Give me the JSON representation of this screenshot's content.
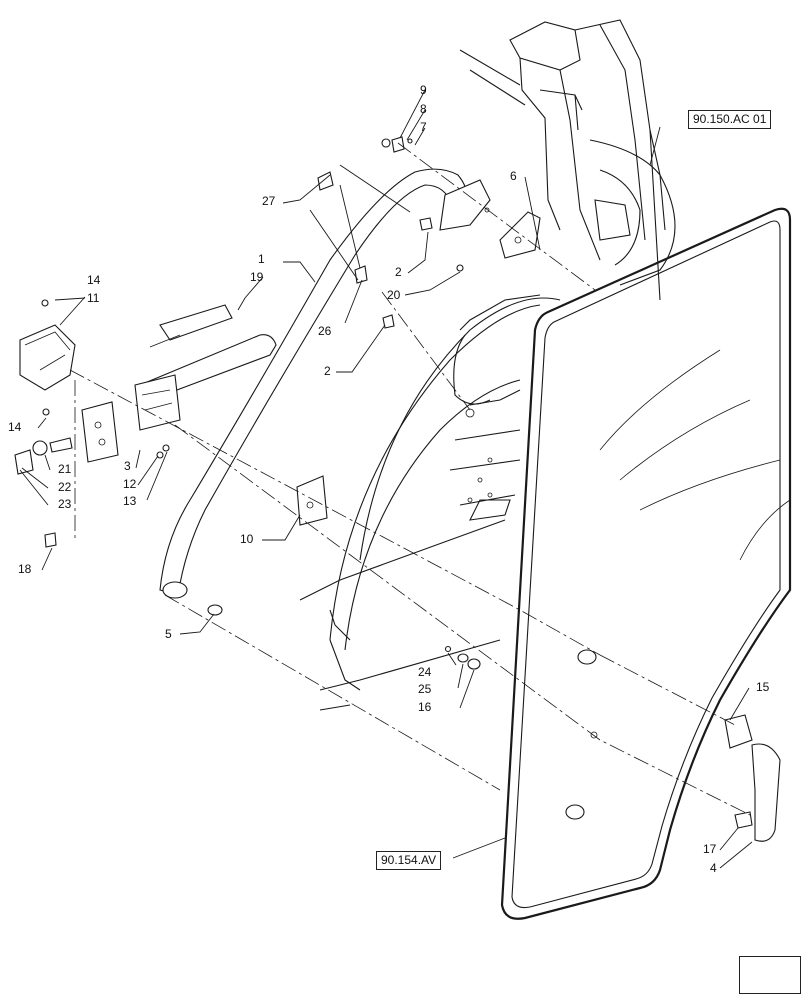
{
  "diagram": {
    "reference_labels": {
      "cab_reference": "90.150.AC 01",
      "window_reference": "90.154.AV"
    },
    "callouts": {
      "c1": "1",
      "c2a": "2",
      "c2b": "2",
      "c3": "3",
      "c4": "4",
      "c5": "5",
      "c6": "6",
      "c7": "7",
      "c8": "8",
      "c9": "9",
      "c10": "10",
      "c11": "11",
      "c12": "12",
      "c13": "13",
      "c14a": "14",
      "c14b": "14",
      "c15": "15",
      "c16": "16",
      "c17": "17",
      "c18": "18",
      "c19": "19",
      "c20": "20",
      "c21": "21",
      "c22": "22",
      "c23": "23",
      "c24": "24",
      "c25": "25",
      "c26": "26",
      "c27": "27"
    },
    "navigation": {
      "icon": "next-page-arrow-icon"
    }
  }
}
